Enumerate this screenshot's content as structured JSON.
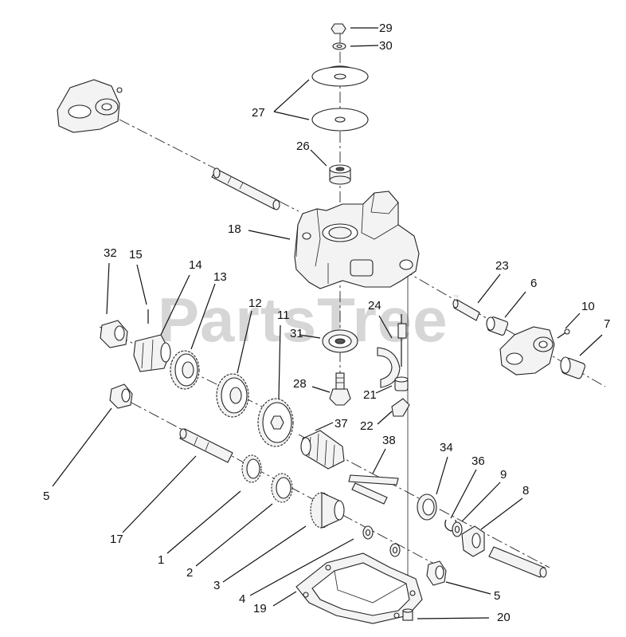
{
  "watermark": {
    "text": "PartsTree",
    "trademark": "™"
  },
  "callouts": [
    {
      "id": "c29",
      "text": "29"
    },
    {
      "id": "c30",
      "text": "30"
    },
    {
      "id": "c27",
      "text": "27"
    },
    {
      "id": "c26",
      "text": "26"
    },
    {
      "id": "c18",
      "text": "18"
    },
    {
      "id": "c32",
      "text": "32"
    },
    {
      "id": "c15",
      "text": "15"
    },
    {
      "id": "c14",
      "text": "14"
    },
    {
      "id": "c13",
      "text": "13"
    },
    {
      "id": "c12",
      "text": "12"
    },
    {
      "id": "c11",
      "text": "11"
    },
    {
      "id": "c23",
      "text": "23"
    },
    {
      "id": "c6",
      "text": "6"
    },
    {
      "id": "c10",
      "text": "10"
    },
    {
      "id": "c7",
      "text": "7"
    },
    {
      "id": "c24",
      "text": "24"
    },
    {
      "id": "c31",
      "text": "31"
    },
    {
      "id": "c28",
      "text": "28"
    },
    {
      "id": "c21",
      "text": "21"
    },
    {
      "id": "c22",
      "text": "22"
    },
    {
      "id": "c37",
      "text": "37"
    },
    {
      "id": "c38",
      "text": "38"
    },
    {
      "id": "c34",
      "text": "34"
    },
    {
      "id": "c36",
      "text": "36"
    },
    {
      "id": "c9",
      "text": "9"
    },
    {
      "id": "c8",
      "text": "8"
    },
    {
      "id": "c5a",
      "text": "5"
    },
    {
      "id": "c17",
      "text": "17"
    },
    {
      "id": "c1",
      "text": "1"
    },
    {
      "id": "c2",
      "text": "2"
    },
    {
      "id": "c3",
      "text": "3"
    },
    {
      "id": "c4",
      "text": "4"
    },
    {
      "id": "c19",
      "text": "19"
    },
    {
      "id": "c5b",
      "text": "5"
    },
    {
      "id": "c20",
      "text": "20"
    }
  ]
}
